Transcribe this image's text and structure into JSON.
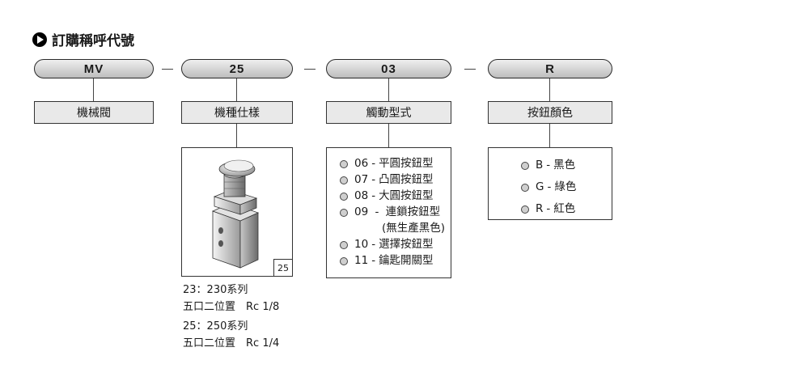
{
  "heading": "訂購稱呼代號",
  "segments": [
    {
      "code": "MV",
      "label": "機械閥"
    },
    {
      "code": "25",
      "label": "機種仕樣"
    },
    {
      "code": "03",
      "label": "觸動型式"
    },
    {
      "code": "R",
      "label": "按鈕顏色"
    }
  ],
  "separator": "—",
  "model_panel": {
    "tag": "25",
    "notes": [
      "23：230系列",
      "五口二位置　Rc 1/8",
      "25：250系列",
      "五口二位置　Rc 1/4"
    ]
  },
  "actuation_options": [
    {
      "code": "06",
      "sep": "-",
      "text": "平圓按鈕型"
    },
    {
      "code": "07",
      "sep": "-",
      "text": "凸圓按鈕型"
    },
    {
      "code": "08",
      "sep": "-",
      "text": "大圓按鈕型"
    },
    {
      "code": "09",
      "sep": "-",
      "text": "連鎖按鈕型",
      "subtext": "(無生產黑色)"
    },
    {
      "code": "10",
      "sep": "-",
      "text": "選擇按鈕型"
    },
    {
      "code": "11",
      "sep": "-",
      "text": "鑰匙開關型"
    }
  ],
  "color_options": [
    {
      "code": "B",
      "sep": "-",
      "text": "黑色"
    },
    {
      "code": "G",
      "sep": "-",
      "text": "綠色"
    },
    {
      "code": "R",
      "sep": "-",
      "text": "紅色"
    }
  ]
}
